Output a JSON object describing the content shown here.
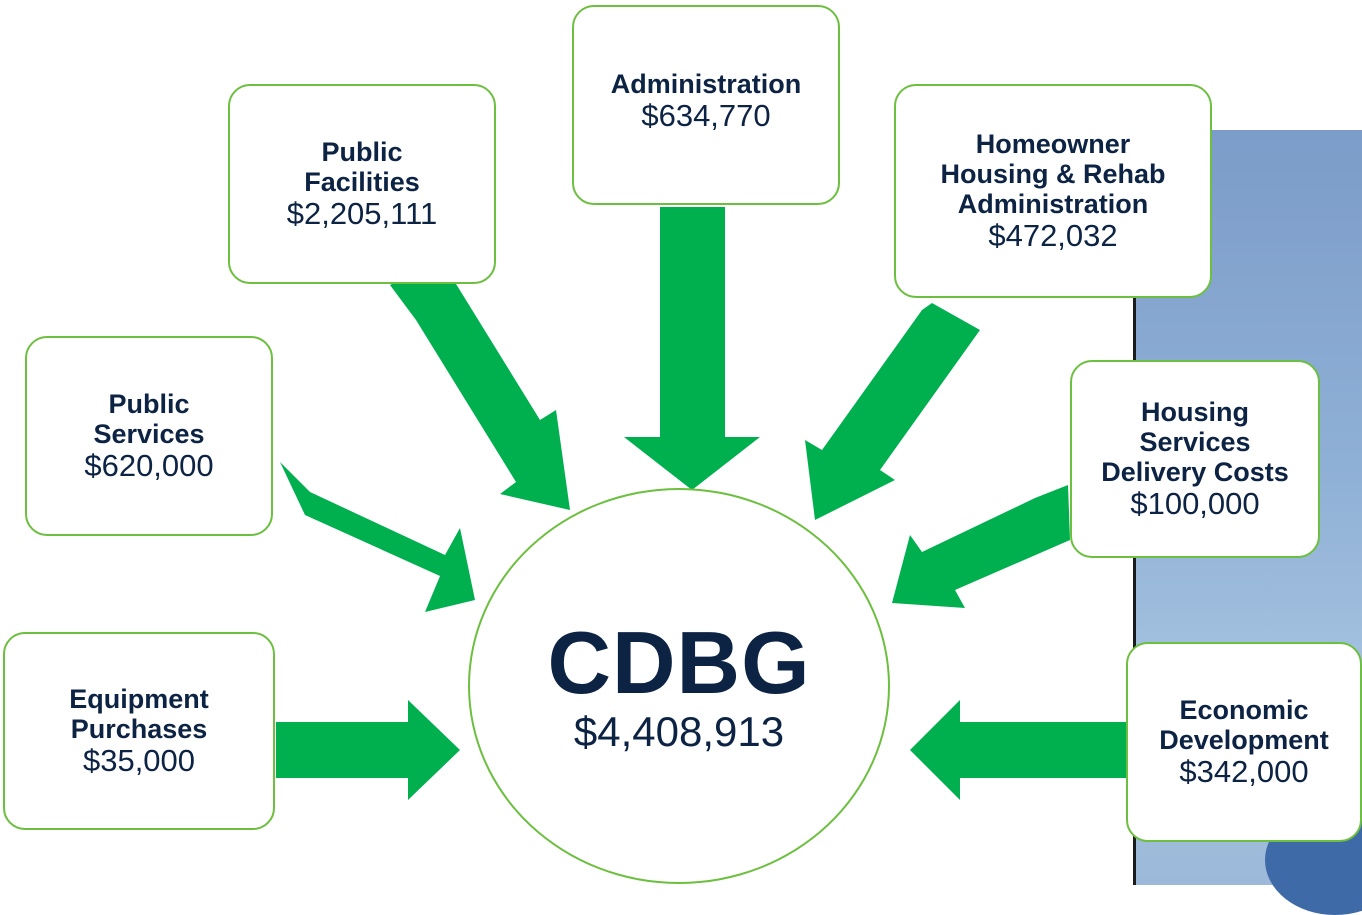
{
  "hub": {
    "title": "CDBG",
    "amount": "$4,408,913"
  },
  "sources": {
    "administration": {
      "title": "Administration",
      "amount": "$634,770"
    },
    "public_facilities": {
      "title_line1": "Public",
      "title_line2": "Facilities",
      "amount": "$2,205,111"
    },
    "homeowner_housing": {
      "title_line1": "Homeowner",
      "title_line2": "Housing & Rehab",
      "title_line3": "Administration",
      "amount": "$472,032"
    },
    "public_services": {
      "title_line1": "Public",
      "title_line2": "Services",
      "amount": "$620,000"
    },
    "housing_services": {
      "title_line1": "Housing",
      "title_line2": "Services",
      "title_line3": "Delivery Costs",
      "amount": "$100,000"
    },
    "equipment_purchases": {
      "title_line1": "Equipment",
      "title_line2": "Purchases",
      "amount": "$35,000"
    },
    "economic_development": {
      "title_line1": "Economic",
      "title_line2": "Development",
      "amount": "$342,000"
    }
  },
  "colors": {
    "arrow": "#00b04f",
    "box_border": "#6cbf3f",
    "text": "#0d2344"
  }
}
